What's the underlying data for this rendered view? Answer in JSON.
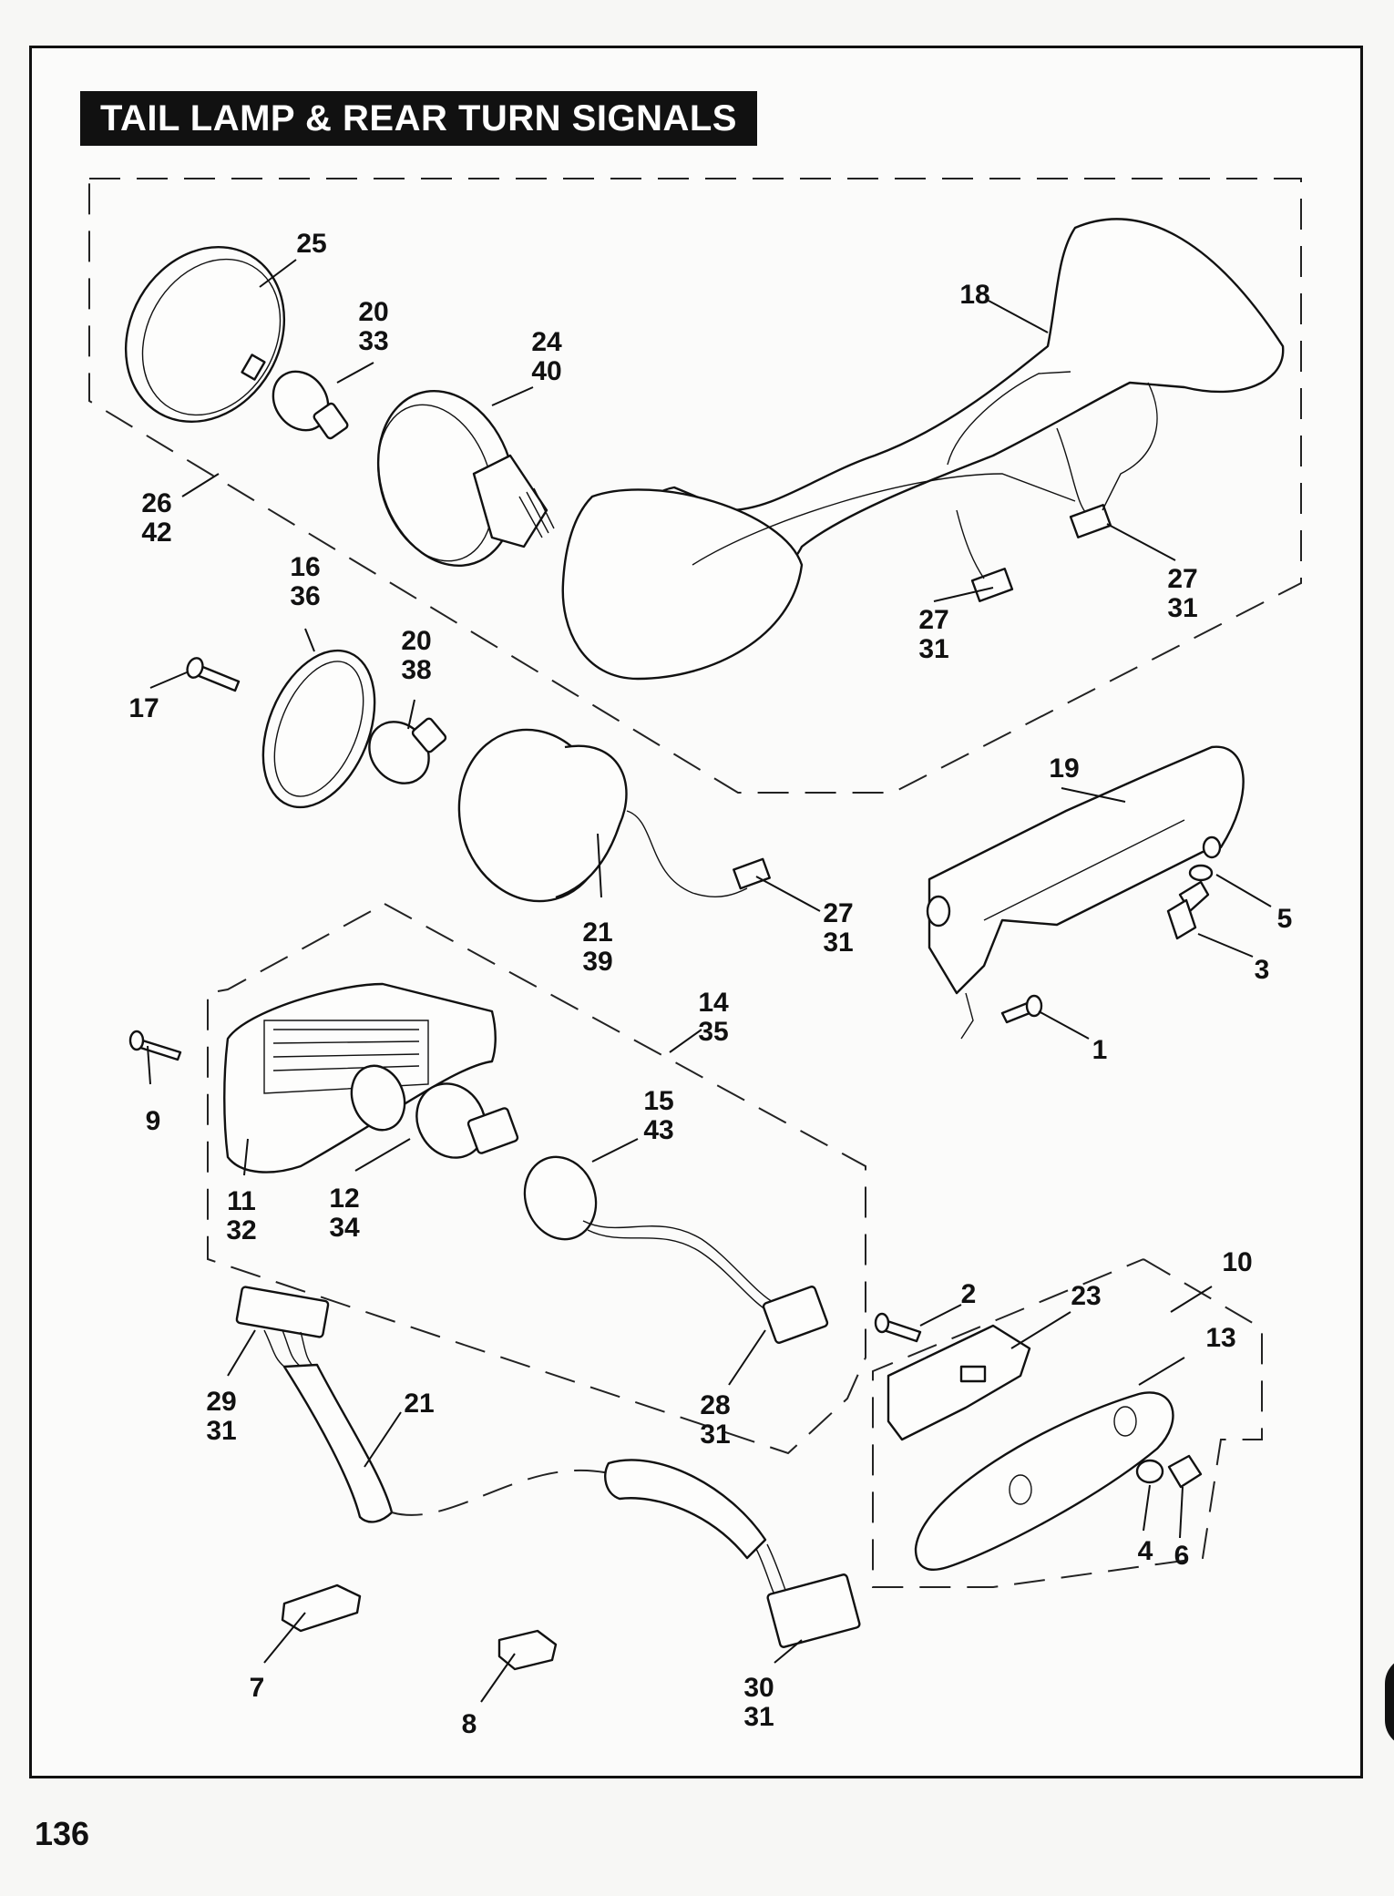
{
  "title": "TAIL LAMP & REAR TURN SIGNALS",
  "page_number": "136",
  "callouts": [
    {
      "id": "c25",
      "lines": [
        "25"
      ]
    },
    {
      "id": "c20a",
      "lines": [
        "20",
        "33"
      ]
    },
    {
      "id": "c24",
      "lines": [
        "24",
        "40"
      ]
    },
    {
      "id": "c18",
      "lines": [
        "18"
      ]
    },
    {
      "id": "c26",
      "lines": [
        "26",
        "42"
      ]
    },
    {
      "id": "c16",
      "lines": [
        "16",
        "36"
      ]
    },
    {
      "id": "c20b",
      "lines": [
        "20",
        "38"
      ]
    },
    {
      "id": "c17",
      "lines": [
        "17"
      ]
    },
    {
      "id": "c27a",
      "lines": [
        "27",
        "31"
      ]
    },
    {
      "id": "c27b",
      "lines": [
        "27",
        "31"
      ]
    },
    {
      "id": "c19",
      "lines": [
        "19"
      ]
    },
    {
      "id": "c27c",
      "lines": [
        "27",
        "31"
      ]
    },
    {
      "id": "c21a",
      "lines": [
        "21",
        "39"
      ]
    },
    {
      "id": "c5",
      "lines": [
        "5"
      ]
    },
    {
      "id": "c3",
      "lines": [
        "3"
      ]
    },
    {
      "id": "c14",
      "lines": [
        "14",
        "35"
      ]
    },
    {
      "id": "c1",
      "lines": [
        "1"
      ]
    },
    {
      "id": "c9",
      "lines": [
        "9"
      ]
    },
    {
      "id": "c15",
      "lines": [
        "15",
        "43"
      ]
    },
    {
      "id": "c11",
      "lines": [
        "11",
        "32"
      ]
    },
    {
      "id": "c12",
      "lines": [
        "12",
        "34"
      ]
    },
    {
      "id": "c10",
      "lines": [
        "10"
      ]
    },
    {
      "id": "c2",
      "lines": [
        "2"
      ]
    },
    {
      "id": "c23",
      "lines": [
        "23"
      ]
    },
    {
      "id": "c13",
      "lines": [
        "13"
      ]
    },
    {
      "id": "c29",
      "lines": [
        "29",
        "31"
      ]
    },
    {
      "id": "c21b",
      "lines": [
        "21"
      ]
    },
    {
      "id": "c28",
      "lines": [
        "28",
        "31"
      ]
    },
    {
      "id": "c4",
      "lines": [
        "4"
      ]
    },
    {
      "id": "c6",
      "lines": [
        "6"
      ]
    },
    {
      "id": "c7",
      "lines": [
        "7"
      ]
    },
    {
      "id": "c8",
      "lines": [
        "8"
      ]
    },
    {
      "id": "c30",
      "lines": [
        "30",
        "31"
      ]
    }
  ]
}
